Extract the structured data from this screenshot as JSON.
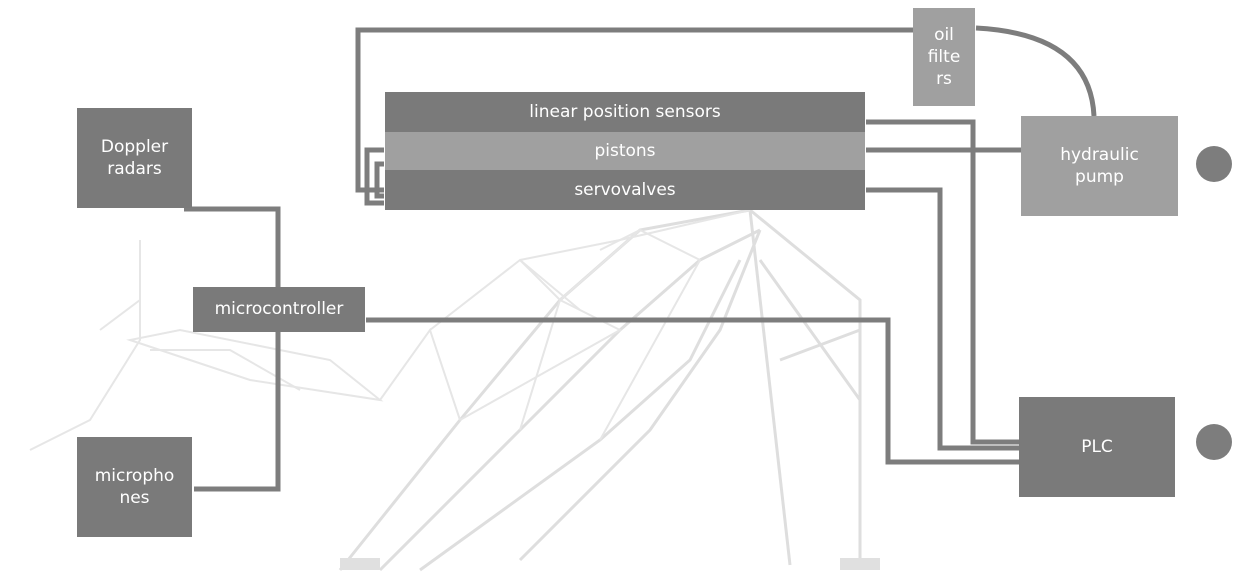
{
  "nodes": {
    "doppler": "Doppler\nradars",
    "microphones": "micropho\nnes",
    "microcontroller": "microcontroller",
    "linear_sensors": "linear position sensors",
    "pistons": "pistons",
    "servovalves": "servovalves",
    "oil_filters": "oil\nfilte\nrs",
    "hydraulic_pump": "hydraulic\npump",
    "plc": "PLC"
  },
  "colors": {
    "box_dark": "#7a7a7a",
    "box_light": "#a0a0a0",
    "connector": "#7d7d7d",
    "robot_frame": "#dedede"
  }
}
